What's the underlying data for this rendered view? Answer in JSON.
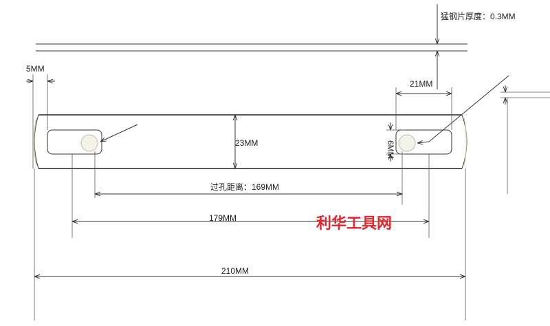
{
  "labels": {
    "thickness": "猛钢片厚度：0.3MM",
    "edge_offset": "5MM",
    "slot_width": "21MM",
    "height": "23MM",
    "slot_height": "6MM",
    "hole_distance": "过孔距离：169MM",
    "slot_span": "179MM",
    "overall_length": "210MM"
  },
  "watermark": "利华工具网",
  "colors": {
    "line": "#333333",
    "watermark": "#e3262b"
  }
}
